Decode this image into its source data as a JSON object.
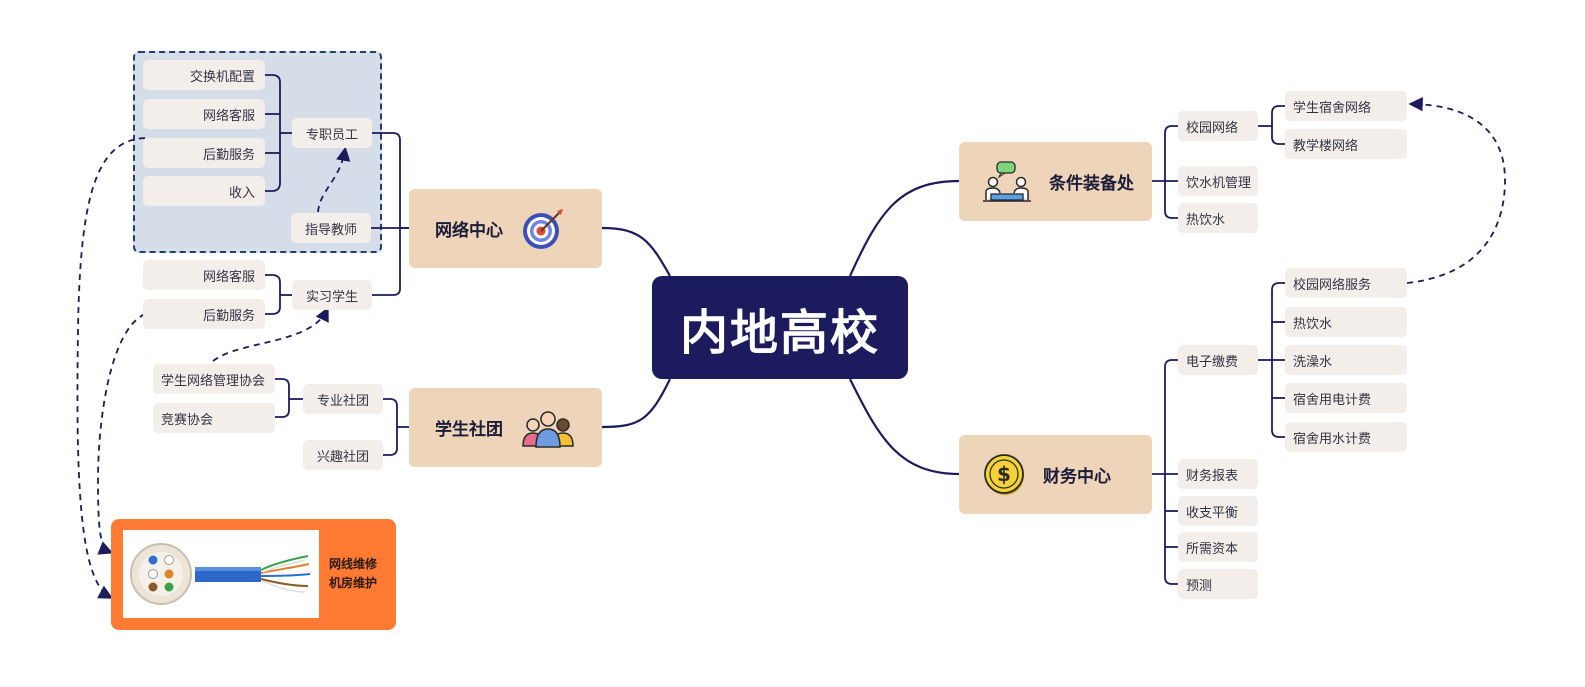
{
  "central_topic": "内地高校",
  "branches": {
    "network_center": {
      "label": "网络中心",
      "icon": "target-icon",
      "full_time_staff": {
        "label": "专职员工",
        "items": [
          "交换机配置",
          "网络客服",
          "后勤服务",
          "收入"
        ]
      },
      "advisor": "指导教师",
      "interns": {
        "label": "实习学生",
        "items": [
          "网络客服",
          "后勤服务"
        ]
      }
    },
    "student_clubs": {
      "label": "学生社团",
      "icon": "people-group-icon",
      "professional": {
        "label": "专业社团",
        "items": [
          "学生网络管理协会",
          "竞赛协会"
        ]
      },
      "interest": "兴趣社团"
    },
    "equipment_office": {
      "label": "条件装备处",
      "icon": "meeting-icon",
      "campus_network": {
        "label": "校园网络",
        "items": [
          "学生宿舍网络",
          "教学楼网络"
        ]
      },
      "water_machine": "饮水机管理",
      "hot_water": "热饮水"
    },
    "finance_center": {
      "label": "财务中心",
      "icon": "dollar-coin-icon",
      "e_payment": {
        "label": "电子缴费",
        "items": [
          "校园网络服务",
          "热饮水",
          "洗澡水",
          "宿舍用电计费",
          "宿舍用水计费"
        ]
      },
      "others": [
        "财务报表",
        "收支平衡",
        "所需资本",
        "预测"
      ]
    }
  },
  "image_card": {
    "lines": [
      "网线维修",
      "机房维护"
    ],
    "image": "ethernet-cable-image"
  },
  "colors": {
    "central_bg": "#1b1b5e",
    "main_topic_bg": "#eed4b8",
    "leaf_bg": "#f3eeea",
    "connector": "#1b1b5e",
    "boundary_bg": "#d5dde8",
    "image_card_bg": "#ff7a33"
  }
}
